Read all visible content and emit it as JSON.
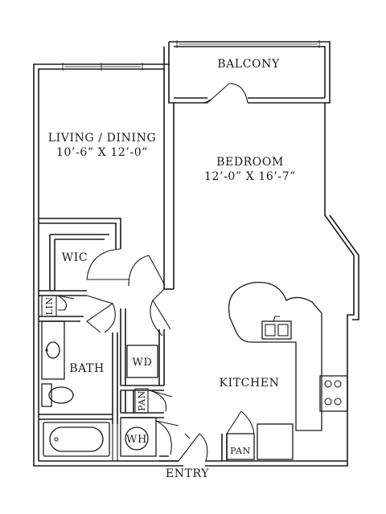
{
  "rooms": {
    "balcony": {
      "name": "BALCONY"
    },
    "living": {
      "name": "LIVING / DINING",
      "size": "10’-6” X 12’-0”"
    },
    "bedroom": {
      "name": "BEDROOM",
      "size": "12’-0” X 16’-7”"
    },
    "wic": {
      "name": "WIC"
    },
    "lin": {
      "name": "LIN"
    },
    "wd": {
      "name": "WD"
    },
    "bath": {
      "name": "BATH"
    },
    "pan_hall": {
      "name": "PAN"
    },
    "wh": {
      "name": "WH"
    },
    "kitchen": {
      "name": "KITCHEN"
    },
    "pan_kitchen": {
      "name": "PAN"
    }
  },
  "entry": {
    "label": "ENTRY"
  },
  "colors": {
    "line": "#1a1a1a",
    "background": "#ffffff"
  }
}
